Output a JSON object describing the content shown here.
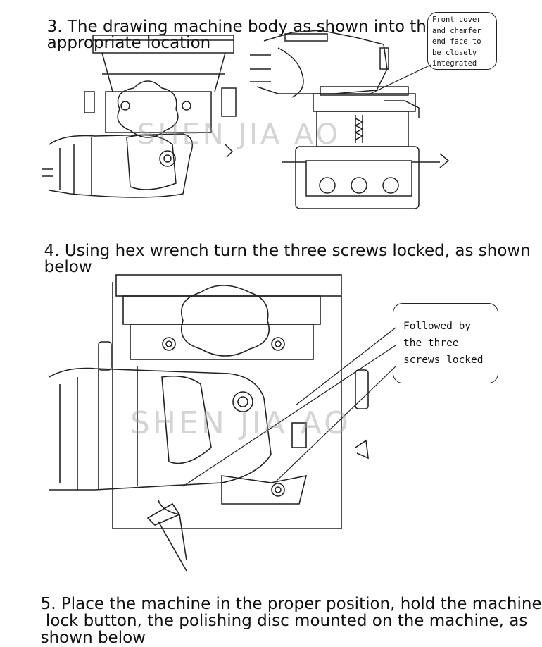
{
  "steps": {
    "step3": {
      "line1": "3. The drawing machine body as shown into the",
      "line2": "appropriate location"
    },
    "step4": {
      "line1": "4. Using hex wrench turn the three screws locked, as shown",
      "line2": "below"
    },
    "step5": {
      "line1": "5. Place the machine in the proper position, hold the machine",
      "line2": " lock button, the polishing disc mounted on the machine, as",
      "line3": "shown below"
    }
  },
  "callouts": {
    "front_cover": [
      "Front cover",
      "and chamfer",
      "end face to",
      "be closely",
      "integrated"
    ],
    "three_screws": [
      "Followed by",
      "the three",
      "screws locked"
    ]
  },
  "watermark": "SHEN JIA AO"
}
